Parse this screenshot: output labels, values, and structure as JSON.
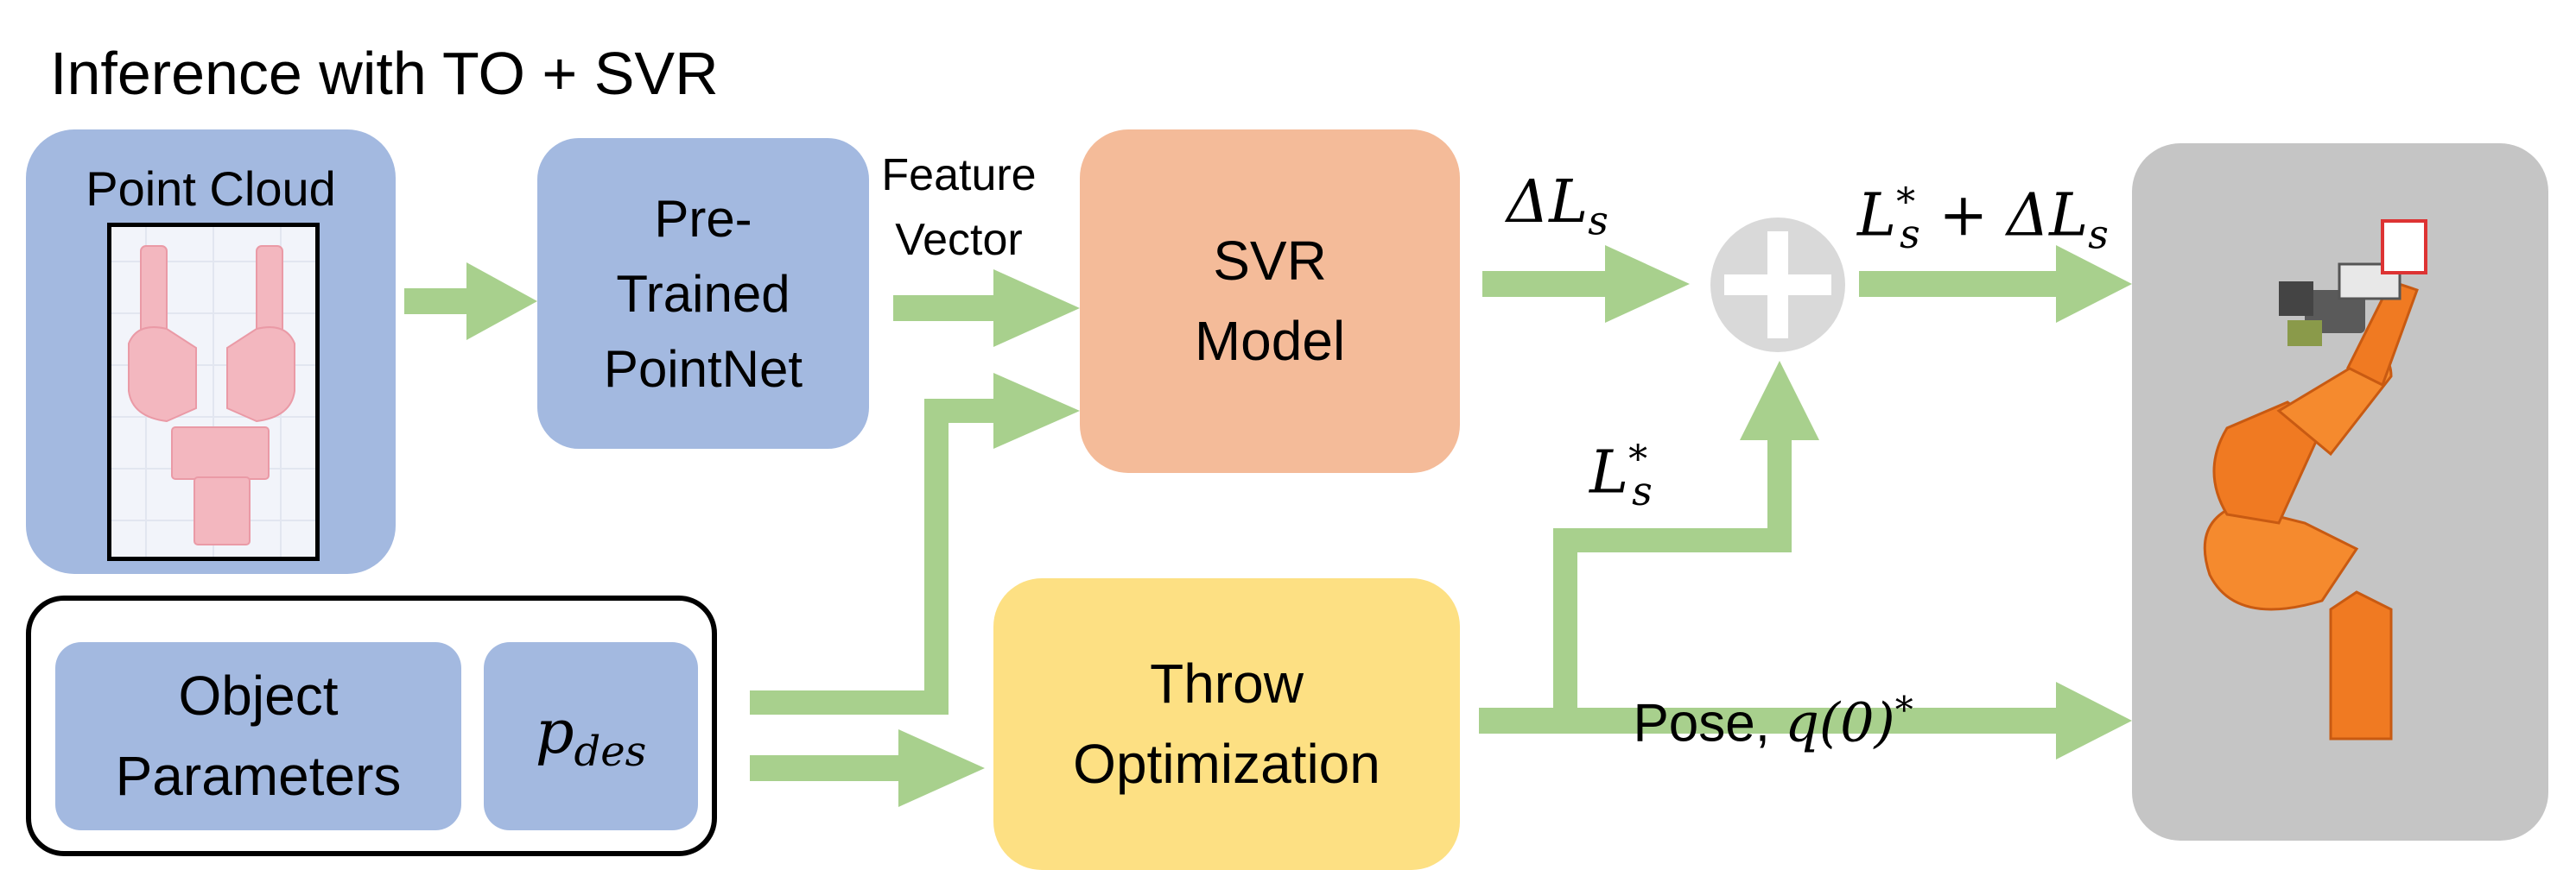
{
  "title": "Inference with TO + SVR",
  "point_cloud": {
    "label": "Point Cloud"
  },
  "pointnet": {
    "label": "Pre-\nTrained\nPointNet"
  },
  "feature_vector": {
    "label": "Feature\nVector"
  },
  "svr": {
    "label": "SVR\nModel"
  },
  "object_params": {
    "label": "Object\nParameters"
  },
  "p_des": {
    "base": "p",
    "sub": "des"
  },
  "throw_opt": {
    "label": "Throw\nOptimization"
  },
  "delta_ls": {
    "text": "ΔL",
    "sub": "s"
  },
  "ls_star": {
    "text": "L",
    "sub": "s",
    "sup": "*"
  },
  "sum_label": {
    "text": "L",
    "sub": "s",
    "sup": "*",
    "rest": " + ΔL",
    "sub2": "s"
  },
  "pose_label": {
    "text": "Pose, ",
    "math": "q(0)",
    "sup": "*"
  },
  "colors": {
    "arrow": "#a8d08d",
    "blue": "#a3b9e0",
    "orange": "#f4bb99",
    "yellow": "#fde083",
    "gray": "#c5c5c5",
    "circle": "#d9d9d9"
  }
}
